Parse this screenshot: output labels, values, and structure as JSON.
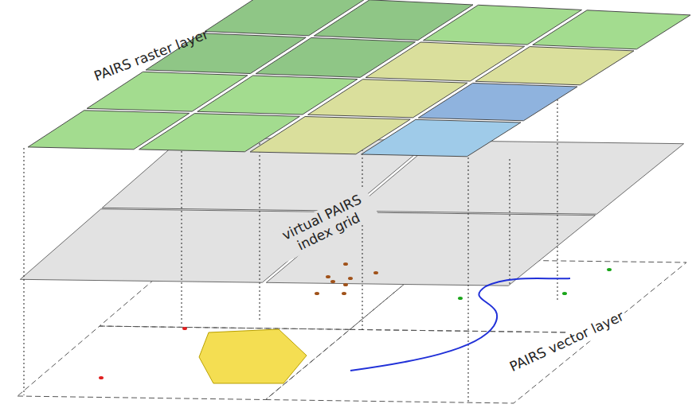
{
  "diagram": {
    "labels": [
      "PAIRS raster layer",
      "virtual PAIRS index grid",
      "PAIRS vector layer"
    ]
  }
}
